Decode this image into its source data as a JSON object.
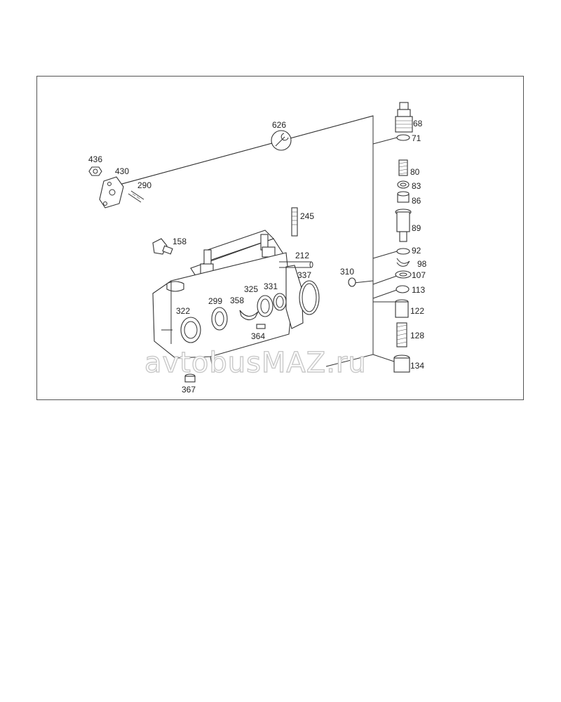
{
  "diagram": {
    "part_labels": {
      "p68": "68",
      "p71": "71",
      "p80": "80",
      "p83": "83",
      "p86": "86",
      "p89": "89",
      "p92": "92",
      "p98": "98",
      "p107": "107",
      "p113": "113",
      "p122": "122",
      "p128": "128",
      "p134": "134",
      "p626": "626",
      "p436": "436",
      "p430": "430",
      "p290": "290",
      "p245": "245",
      "p158": "158",
      "p212": "212",
      "p337": "337",
      "p310": "310",
      "p325": "325",
      "p331": "331",
      "p358": "358",
      "p299": "299",
      "p322": "322",
      "p364": "364",
      "p367": "367"
    },
    "watermark": "avtobusMAZ.ru",
    "tool_icon": "wrench-icon"
  }
}
